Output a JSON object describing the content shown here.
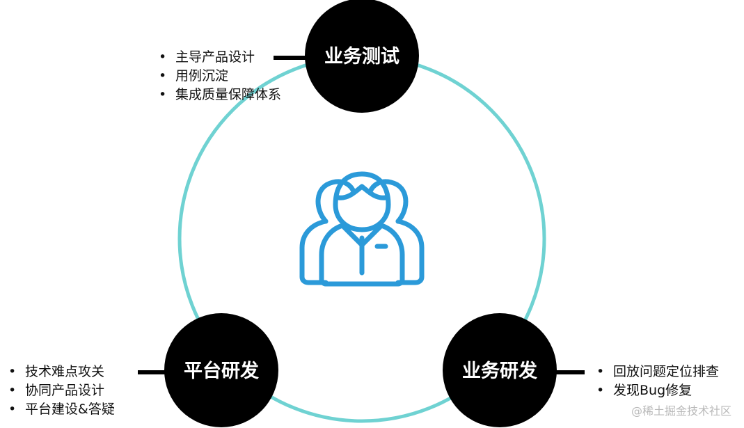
{
  "nodes": {
    "top": {
      "label": "业务测试"
    },
    "left": {
      "label": "平台研发"
    },
    "right": {
      "label": "业务研发"
    }
  },
  "lists": {
    "top": [
      "主导产品设计",
      "用例沉淀",
      "集成质量保障体系"
    ],
    "left": [
      "技术难点攻关",
      "协同产品设计",
      "平台建设&答疑"
    ],
    "right": [
      "回放问题定位排查",
      "发现Bug修复"
    ]
  },
  "center_icon": "team-people-icon",
  "watermark": "@稀土掘金技术社区",
  "colors": {
    "ring": "#6fd2d2",
    "node_fill": "#000000",
    "node_text": "#ffffff",
    "icon": "#2b9ad9",
    "connector": "#000000"
  }
}
